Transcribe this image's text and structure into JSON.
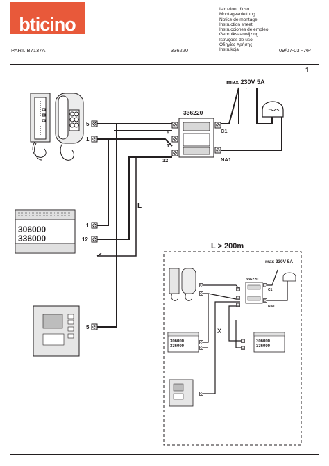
{
  "header": {
    "brand": "bticino",
    "languages": [
      "Istruzioni d'uso",
      "Montageanleitung",
      "Notice de montage",
      "Instruction sheet",
      "Instrucciones de empleo",
      "Gebruiksaanwijzing",
      "Istruções de uso",
      "Οδηγίες Χρήσης",
      "Instrukcja"
    ],
    "part": "PART. B7137A",
    "code": "336220",
    "date": "09/07-03 - AP"
  },
  "page_number": "1",
  "main": {
    "supply": "max 230V 5A",
    "relay_model": "336220",
    "terminal_c1": "C1",
    "terminal_na1": "NA1",
    "relay_terminals": [
      "5",
      "1",
      "12"
    ],
    "handset_terminals": [
      "5",
      "1"
    ],
    "power_terminals": [
      "1",
      "12"
    ],
    "power_models": [
      "306000",
      "336000"
    ],
    "entrance_terminal": "5",
    "distance_label": "L"
  },
  "inset": {
    "title": "L > 200m",
    "supply": "max 230V 5A",
    "relay_model": "336220",
    "terminal_c1": "C1",
    "terminal_na1": "NA1",
    "power_models": [
      "306000",
      "336000"
    ]
  }
}
